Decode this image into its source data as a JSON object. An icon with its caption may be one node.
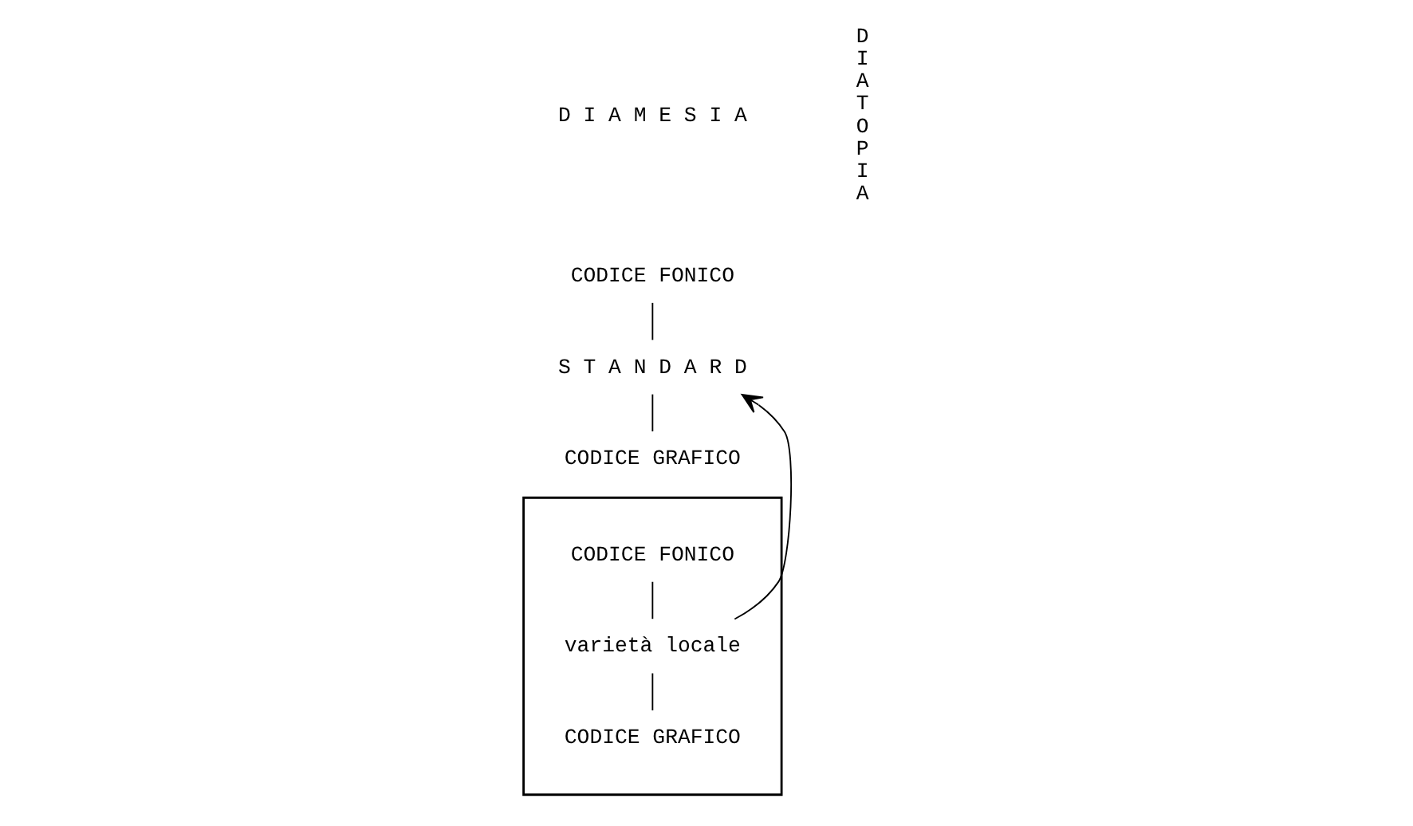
{
  "diagram": {
    "nodes": [
      {
        "text": [
          "CODICE FONICO"
        ]
      },
      {
        "text": [
          "S T A N D A R D"
        ]
      },
      {
        "text": [
          "CODICE GRAFICO"
        ]
      },
      {
        "text": [],
        "shape": "box"
      },
      {
        "text": [
          "CODICE FONICO"
        ],
        "in": 3
      },
      {
        "text": [
          "varietà locale"
        ],
        "in": 3
      },
      {
        "text": [
          "CODICE GRAFICO"
        ],
        "in": 3
      }
    ],
    "edges": [
      {
        "from": 0,
        "to": 1,
        "arrow": "none"
      },
      {
        "from": 1,
        "to": 2,
        "arrow": "none"
      },
      {
        "from": 4,
        "to": 5,
        "arrow": "none"
      },
      {
        "from": 5,
        "to": 6,
        "arrow": "none"
      },
      {
        "from": 5,
        "to": 1,
        "arrow": "to"
      }
    ],
    "labels": [
      "D I A M E S I A",
      "D I A T O P I A"
    ]
  }
}
